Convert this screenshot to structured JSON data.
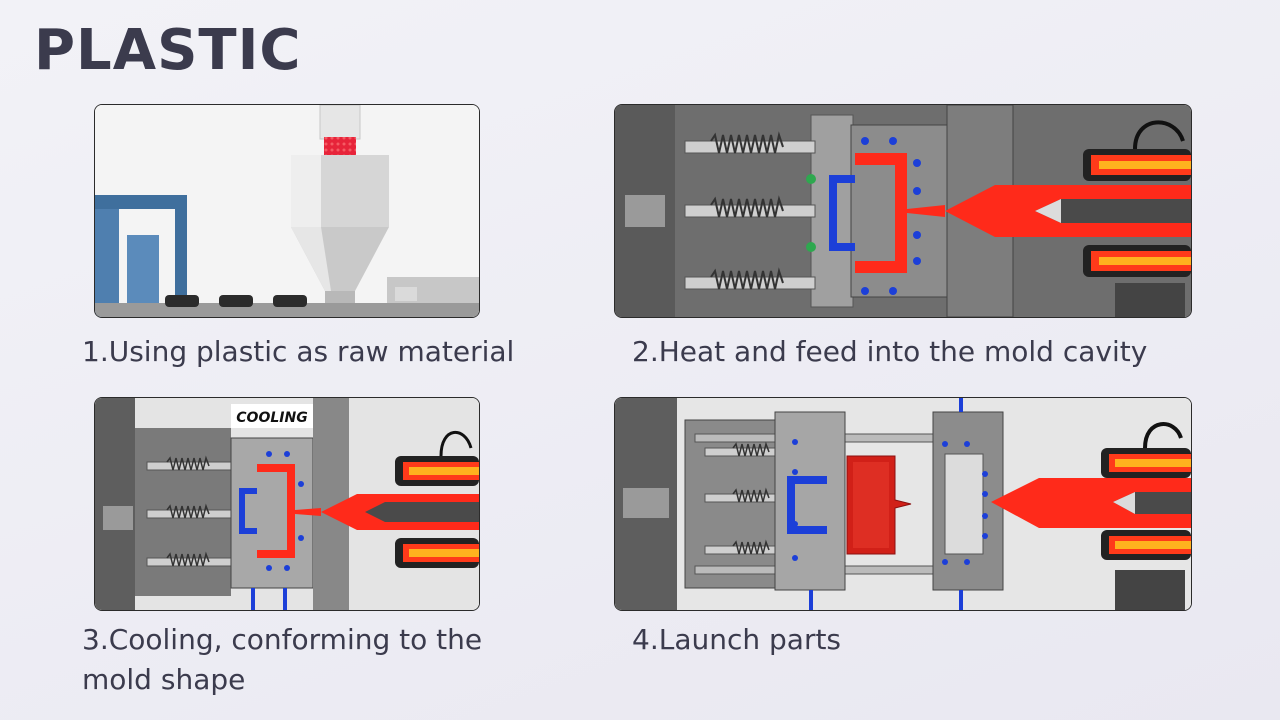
{
  "page": {
    "title": "PLASTIC"
  },
  "steps": [
    {
      "caption": "1.Using plastic as raw material"
    },
    {
      "caption": "2.Heat and feed into the mold cavity"
    },
    {
      "caption": "3.Cooling, conforming to the mold shape",
      "overlay": "COOLING"
    },
    {
      "caption": "4.Launch parts"
    }
  ],
  "colors": {
    "title_text": "#3b3b4d",
    "molten_plastic": "#ff2a1a",
    "cooling_channel": "#1c3fd8",
    "heater_band": "#ffb21e",
    "machine_gray": "#8a8a8a"
  },
  "icons": [
    "hopper-icon",
    "spring-icon",
    "nozzle-icon",
    "heater-icon"
  ]
}
